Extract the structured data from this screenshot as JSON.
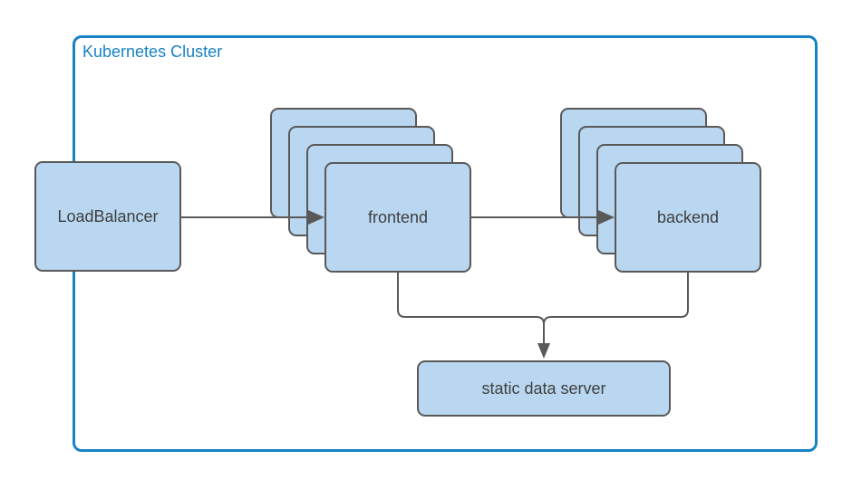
{
  "cluster": {
    "title": "Kubernetes Cluster"
  },
  "nodes": {
    "loadbalancer": {
      "label": "LoadBalancer"
    },
    "frontend": {
      "label": "frontend",
      "replicas_shown": 4
    },
    "backend": {
      "label": "backend",
      "replicas_shown": 4
    },
    "static_server": {
      "label": "static data server"
    }
  },
  "edges": [
    {
      "from": "LoadBalancer",
      "to": "frontend",
      "arrow": true
    },
    {
      "from": "frontend",
      "to": "backend",
      "arrow": true
    },
    {
      "from": "frontend",
      "to": "static data server",
      "arrow": true
    },
    {
      "from": "backend",
      "to": "static data server",
      "arrow": true
    }
  ],
  "colors": {
    "cluster_border": "#1782c4",
    "node_fill": "#b9d7f0",
    "node_border": "#595959",
    "connector": "#595959",
    "node_text": "#3f3f3f",
    "canvas_bg": "#ffffff"
  }
}
